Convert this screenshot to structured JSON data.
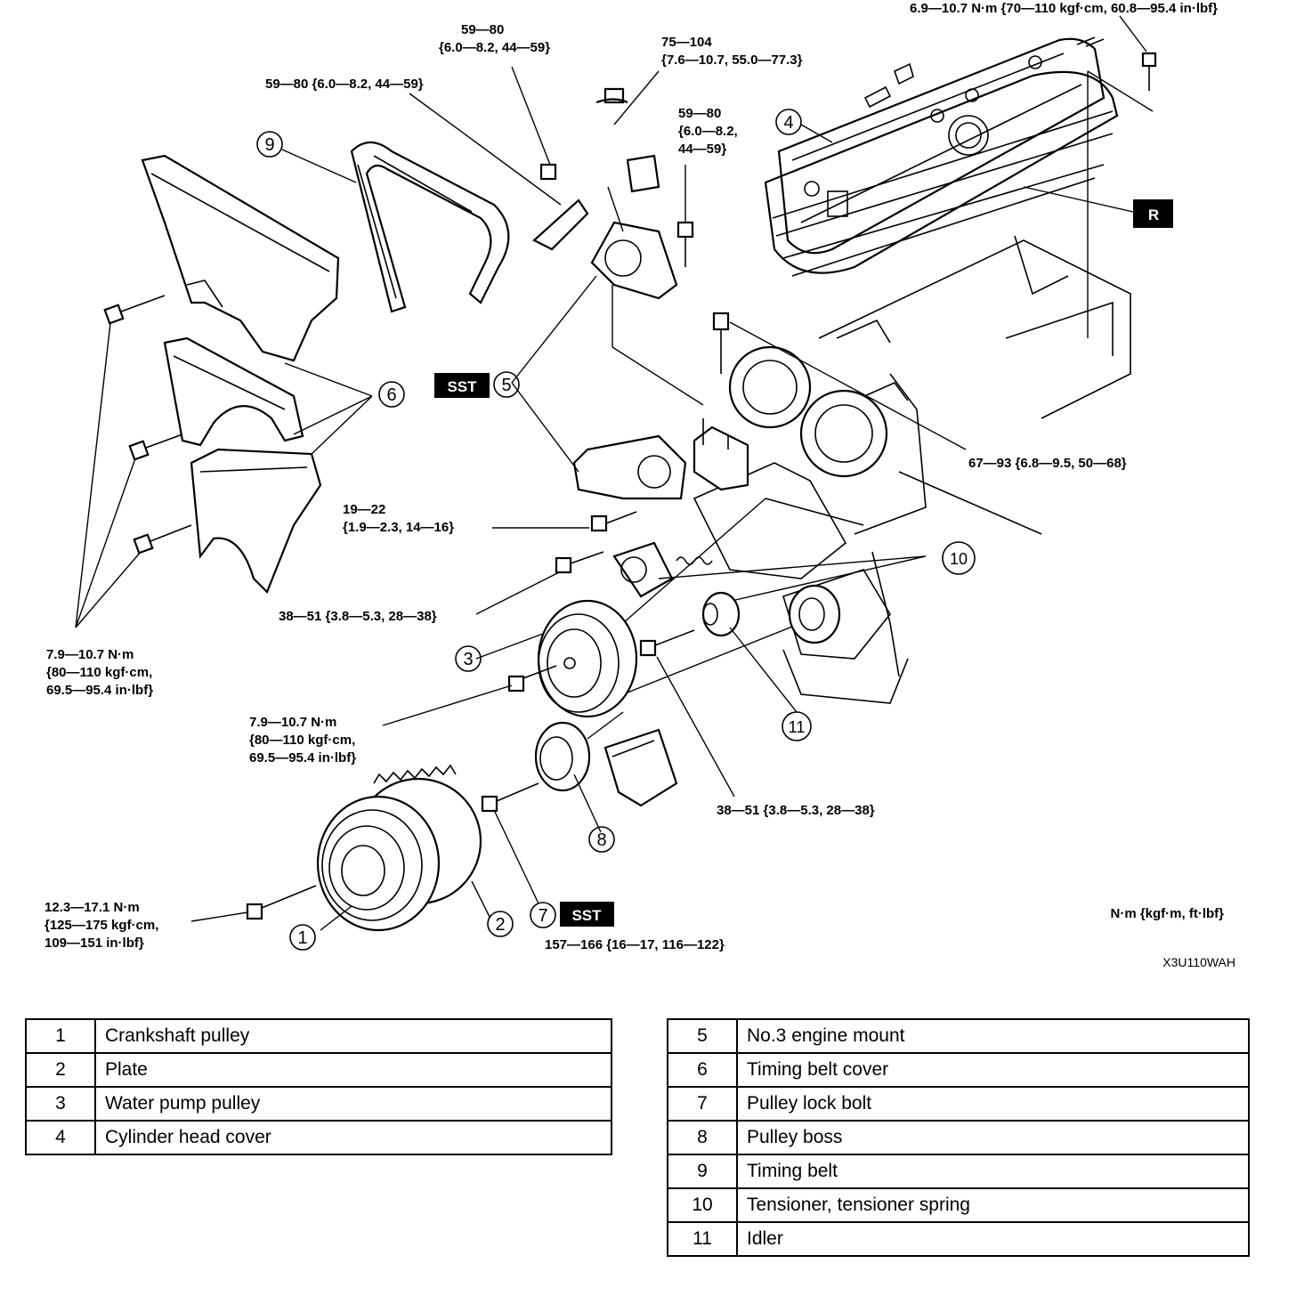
{
  "torques": {
    "t_cover_bolt": "6.9—10.7 N·m {70—110 kgf·cm, 60.8—95.4 in·lbf}",
    "t_5980_a": [
      "59—80",
      "{6.0—8.2, 44—59}"
    ],
    "t_75104": [
      "75—104",
      "{7.6—10.7, 55.0—77.3}"
    ],
    "t_5980_b": "59—80 {6.0—8.2, 44—59}",
    "t_5980_c": [
      "59—80",
      "{6.0—8.2,",
      "44—59}"
    ],
    "t_6793": "67—93 {6.8—9.5, 50—68}",
    "t_1922": [
      "19—22",
      "{1.9—2.3, 14—16}"
    ],
    "t_3851_a": "38—51 {3.8—5.3, 28—38}",
    "t_79_left": [
      "7.9—10.7 N·m",
      "{80—110 kgf·cm,",
      "69.5—95.4 in·lbf}"
    ],
    "t_79_mid": [
      "7.9—10.7 N·m",
      "{80—110 kgf·cm,",
      "69.5—95.4 in·lbf}"
    ],
    "t_3851_b": "38—51 {3.8—5.3, 28—38}",
    "t_123": [
      "12.3—17.1 N·m",
      "{125—175 kgf·cm,",
      "109—151 in·lbf}"
    ],
    "t_157": "157—166 {16—17, 116—122}"
  },
  "units_note": "N·m {kgf·m, ft·lbf}",
  "figure_code": "X3U110WAH",
  "sst_label": "SST",
  "r_label": "R",
  "callouts": [
    "1",
    "2",
    "3",
    "4",
    "5",
    "6",
    "7",
    "8",
    "9",
    "10",
    "11"
  ],
  "legend_left": [
    {
      "num": "1",
      "name": "Crankshaft pulley"
    },
    {
      "num": "2",
      "name": "Plate"
    },
    {
      "num": "3",
      "name": "Water pump pulley"
    },
    {
      "num": "4",
      "name": "Cylinder head cover"
    }
  ],
  "legend_right": [
    {
      "num": "5",
      "name": "No.3 engine mount"
    },
    {
      "num": "6",
      "name": "Timing belt cover"
    },
    {
      "num": "7",
      "name": "Pulley lock bolt"
    },
    {
      "num": "8",
      "name": "Pulley boss"
    },
    {
      "num": "9",
      "name": "Timing belt"
    },
    {
      "num": "10",
      "name": "Tensioner, tensioner spring"
    },
    {
      "num": "11",
      "name": "Idler"
    }
  ]
}
